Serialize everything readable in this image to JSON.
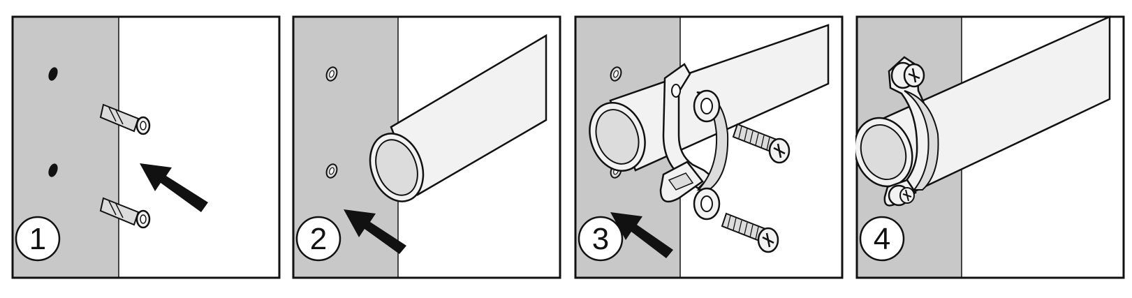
{
  "steps": [
    {
      "number": "1"
    },
    {
      "number": "2"
    },
    {
      "number": "3"
    },
    {
      "number": "4"
    }
  ],
  "colors": {
    "wall": "#c8c8c8",
    "outline": "#111111",
    "pipe_fill": "#f2f2f2",
    "pipe_shade": "#dcdcdc",
    "arrow": "#111111",
    "background": "#ffffff"
  }
}
